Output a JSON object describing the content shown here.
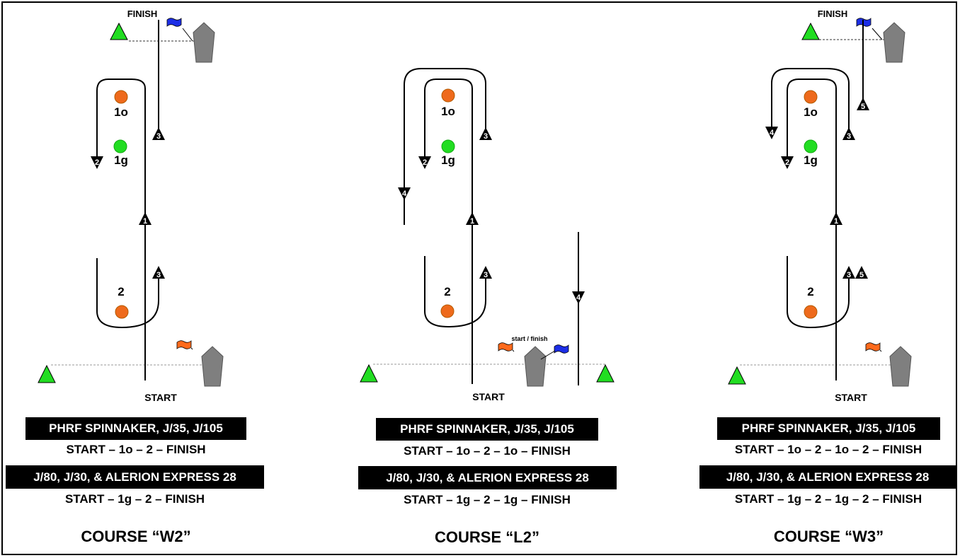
{
  "labels": {
    "start": "START",
    "finish": "FINISH",
    "start_finish": "start / finish",
    "mark_1o": "1o",
    "mark_1g": "1g",
    "mark_2": "2"
  },
  "colors": {
    "mark_orange": "#ee6a1c",
    "mark_green": "#22dd22",
    "committee_boat": "#7f7f7f",
    "flag_orange": "#ff6a1c",
    "flag_blue": "#1c2ee6"
  },
  "icons": [
    "green-pin-triangle",
    "committee-boat-pentagon",
    "orange-flag",
    "blue-flag",
    "direction-arrow-triangle"
  ],
  "courses": [
    {
      "title": "COURSE “W2”",
      "group1": "PHRF SPINNAKER, J/35, J/105",
      "sequence1": "START – 1o – 2 – FINISH",
      "group2": "J/80, J/30, & ALERION EXPRESS 28",
      "sequence2": "START – 1g – 2 – FINISH"
    },
    {
      "title": "COURSE “L2”",
      "group1": "PHRF SPINNAKER, J/35, J/105",
      "sequence1": "START – 1o – 2 – 1o – FINISH",
      "group2": "J/80, J/30, & ALERION EXPRESS 28",
      "sequence2": "START – 1g – 2 – 1g – FINISH"
    },
    {
      "title": "COURSE “W3”",
      "group1": "PHRF SPINNAKER, J/35, J/105",
      "sequence1": "START – 1o – 2 – 1o – 2 – FINISH",
      "group2": "J/80, J/30, & ALERION EXPRESS 28",
      "sequence2": "START – 1g – 2 – 1g – 2 – FINISH"
    }
  ],
  "legs": {
    "w2": [
      "1",
      "2",
      "3",
      "3"
    ],
    "l2": [
      "1",
      "2",
      "3",
      "3",
      "4",
      "4"
    ],
    "w3": [
      "1",
      "2",
      "3",
      "3",
      "4",
      "5",
      "5"
    ]
  }
}
